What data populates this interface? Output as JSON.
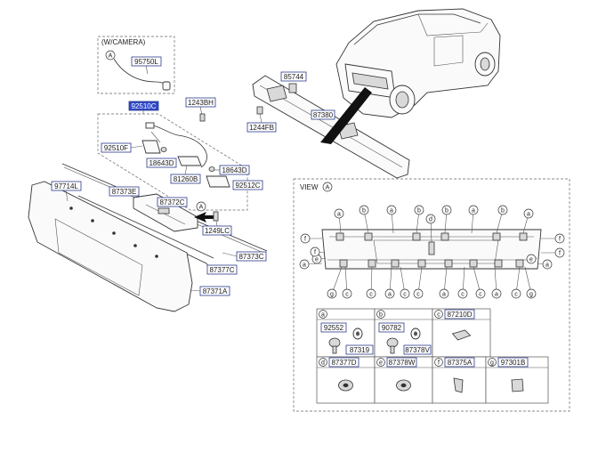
{
  "camera_note": "(W/CAMERA)",
  "view_label": "VIEW",
  "view_ref": "A",
  "labels": {
    "p95750L": "95750L",
    "p92510C": "92510C",
    "p1243BH": "1243BH",
    "p92510F": "92510F",
    "p18643D_a": "18643D",
    "p18643D_b": "18643D",
    "p81260B": "81260B",
    "p92512C": "92512C",
    "p85744": "85744",
    "p1244FB": "1244FB",
    "p87380": "87380",
    "p97714L": "97714L",
    "p87373E": "87373E",
    "p87372C": "87372C",
    "p1249LC": "1249LC",
    "p87373C": "87373C",
    "p87377C": "87377C",
    "p87371A": "87371A"
  },
  "callouts": {
    "camera_a": "A",
    "fastener_a": "A"
  },
  "view_callouts": [
    "a",
    "b",
    "a",
    "b",
    "d",
    "b",
    "a",
    "b",
    "a",
    "f",
    "f",
    "e",
    "a",
    "a",
    "e",
    "f",
    "f",
    "g",
    "c",
    "c",
    "a",
    "c",
    "c",
    "a",
    "c",
    "c",
    "a",
    "c",
    "g"
  ],
  "legend": [
    {
      "letter": "a",
      "parts": [
        "92552",
        "87319"
      ]
    },
    {
      "letter": "b",
      "parts": [
        "90782",
        "87378V"
      ]
    },
    {
      "letter": "c",
      "parts": [
        "87210D"
      ]
    },
    {
      "letter": "d",
      "parts": [
        "87377D"
      ]
    },
    {
      "letter": "e",
      "parts": [
        "87378W"
      ]
    },
    {
      "letter": "f",
      "parts": [
        "87375A"
      ]
    },
    {
      "letter": "g",
      "parts": [
        "97301B"
      ]
    }
  ]
}
